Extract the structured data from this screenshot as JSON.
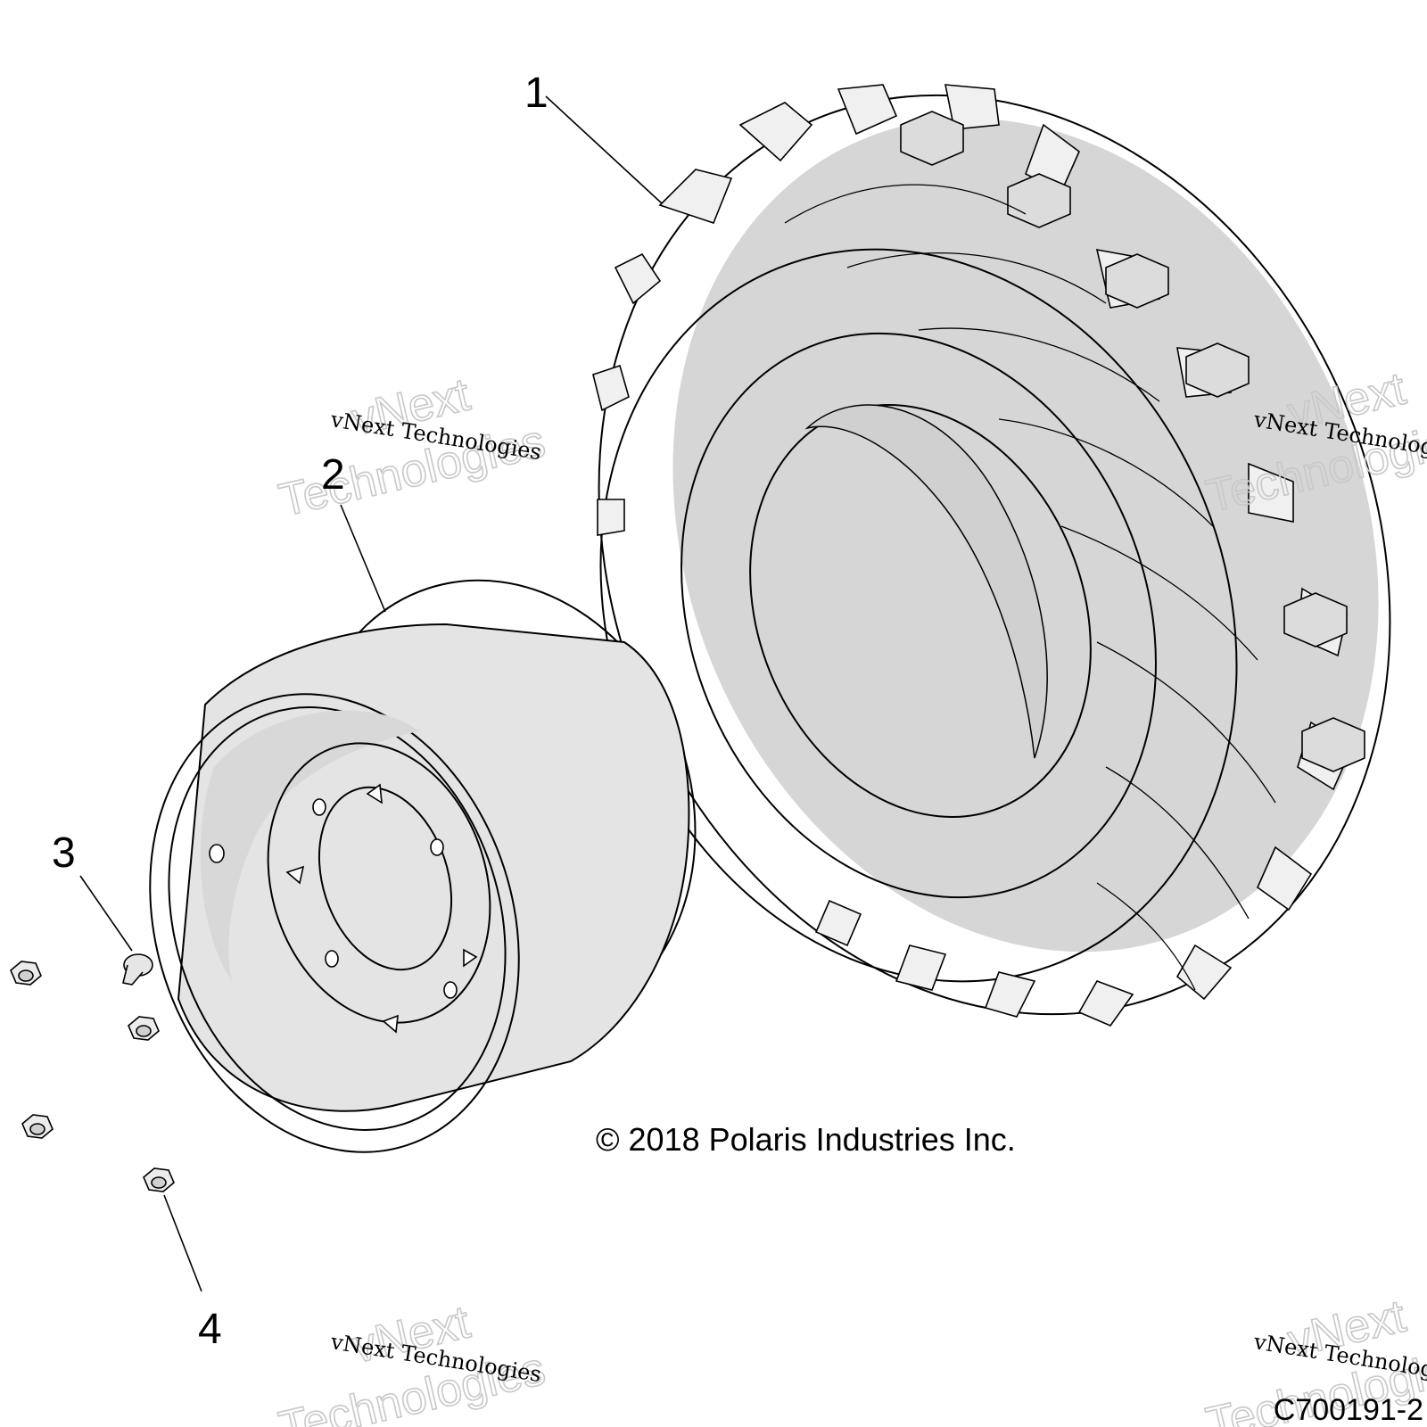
{
  "callouts": {
    "tire": "1",
    "wheel": "2",
    "valve_stem": "3",
    "lug_nut": "4"
  },
  "copyright": "© 2018 Polaris Industries Inc.",
  "figure_id": "C700191-2",
  "watermark": {
    "line1": "vNext",
    "line2": "Technologies",
    "small": "vNext Technologies"
  },
  "colors": {
    "part_fill": "#e6e6e6",
    "shadow_fill": "#d4d4d4",
    "light_fill": "#f2f2f2",
    "watermark_stroke": "#c8c8c8"
  }
}
